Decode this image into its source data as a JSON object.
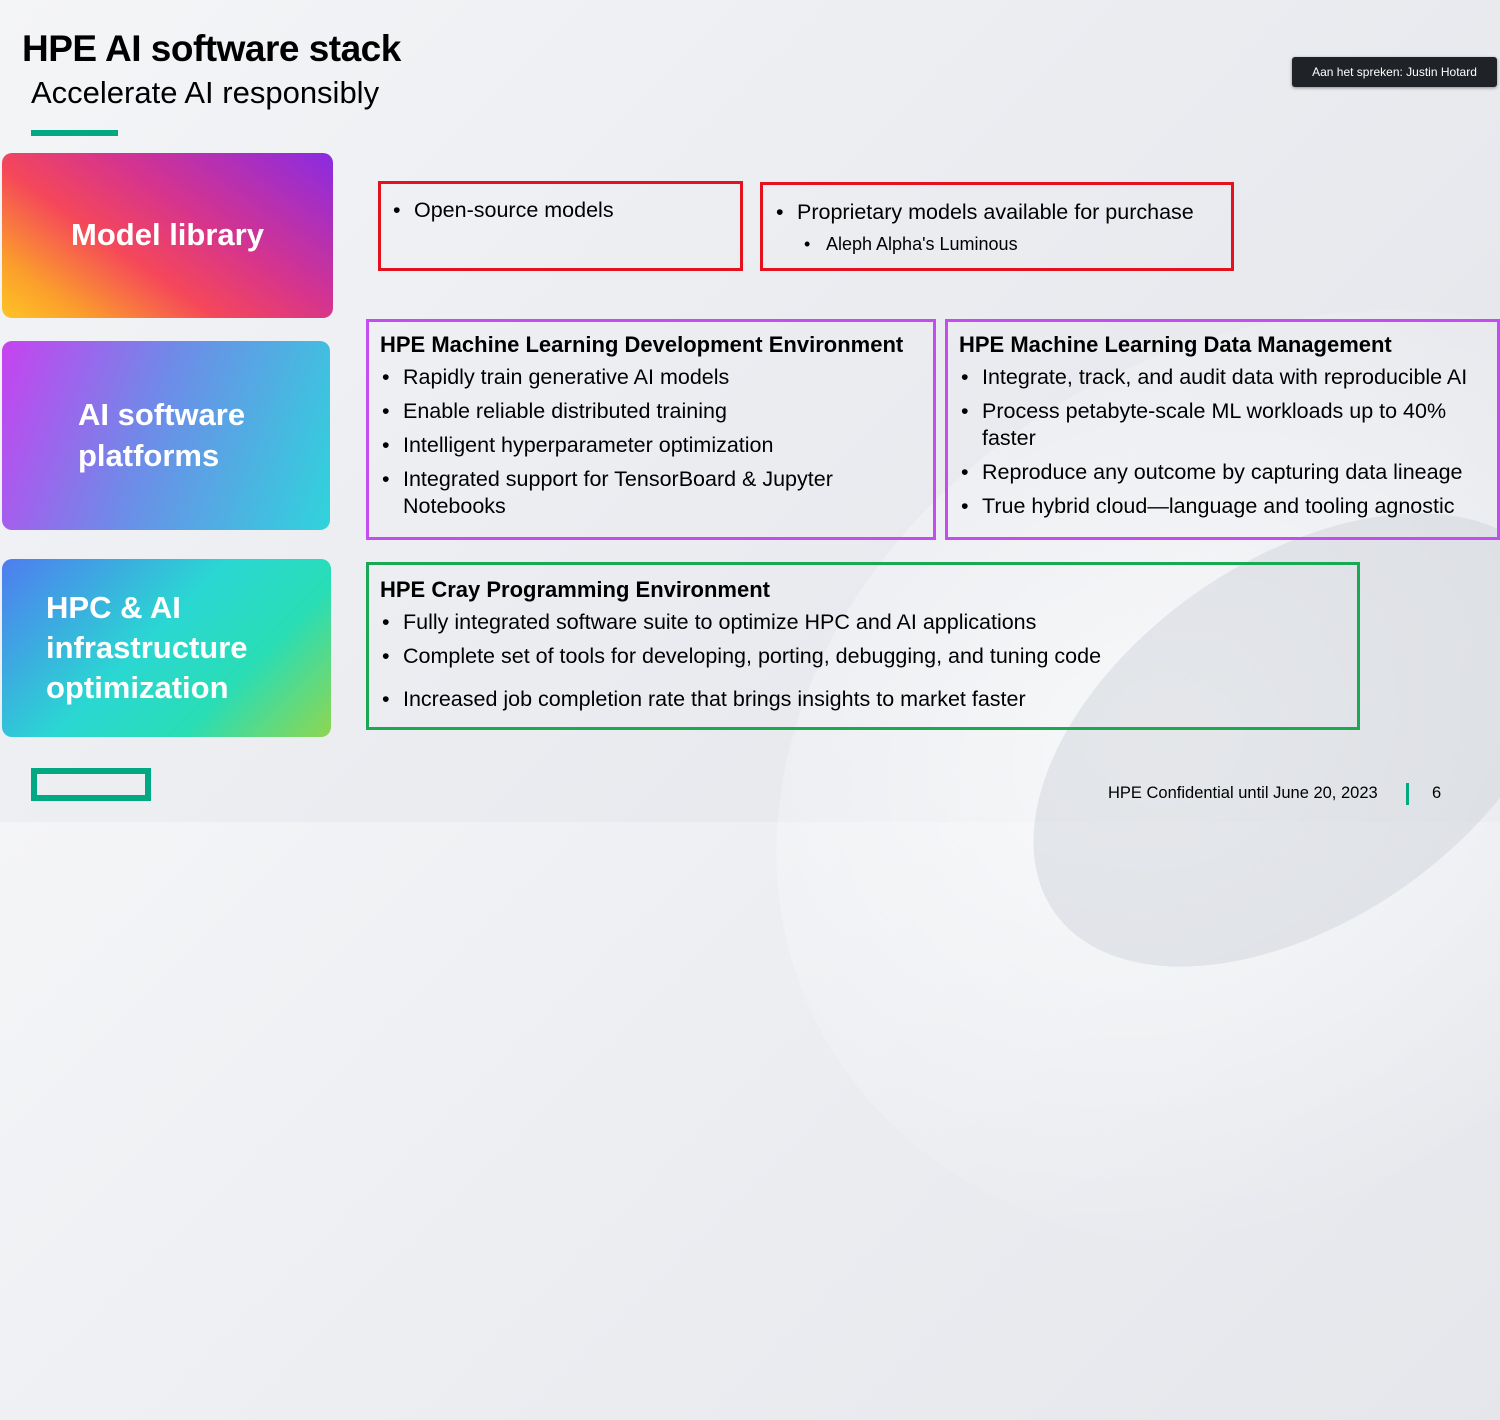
{
  "slide": {
    "title": "HPE AI software stack",
    "subtitle": "Accelerate AI responsibly"
  },
  "speaker_badge": "Aan het spreken: Justin Hotard",
  "tiles": {
    "model_library": "Model library",
    "ai_platforms": [
      "AI software",
      "platforms"
    ],
    "hpc": [
      "HPC & AI",
      "infrastructure",
      "optimization"
    ]
  },
  "boxes": {
    "open_source": {
      "items": [
        "Open-source models"
      ]
    },
    "proprietary": {
      "item": "Proprietary models available for purchase",
      "sub_item": "Aleph Alpha's Luminous"
    },
    "mlde": {
      "title": "HPE Machine Learning Development Environment",
      "items": [
        "Rapidly train generative AI models",
        "Enable reliable distributed training",
        "Intelligent hyperparameter optimization",
        "Integrated support for TensorBoard & Jupyter Notebooks"
      ]
    },
    "mldm": {
      "title": "HPE Machine Learning Data Management",
      "items": [
        "Integrate, track, and audit data with reproducible AI",
        "Process petabyte-scale ML workloads up to 40% faster",
        "Reproduce any outcome by capturing data lineage",
        "True hybrid cloud—language and tooling agnostic"
      ]
    },
    "cray": {
      "title": "HPE Cray Programming Environment",
      "items": [
        "Fully integrated software suite to optimize HPC and AI applications",
        "Complete set of tools for developing, porting, debugging, and tuning code",
        "Increased job completion rate that brings insights to market faster"
      ]
    }
  },
  "footer": {
    "confidential": "HPE Confidential until June 20, 2023",
    "page_number": "6"
  },
  "colors": {
    "hpe_green": "#01a982",
    "red_box": "#e4121f",
    "purple_box": "#c34df0",
    "green_box": "#19a853"
  }
}
